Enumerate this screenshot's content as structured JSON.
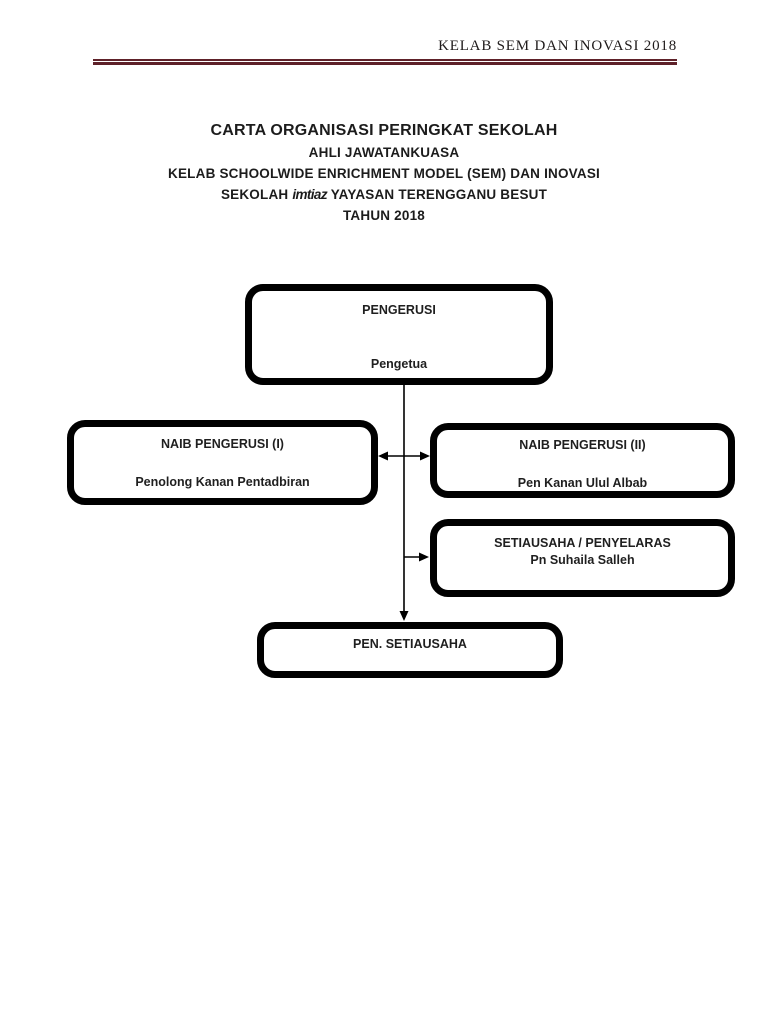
{
  "header": {
    "text": "KELAB SEM DAN INOVASI 2018"
  },
  "title": {
    "line1": "CARTA ORGANISASI PERINGKAT SEKOLAH",
    "line2": "AHLI JAWATANKUASA",
    "line3": "KELAB SCHOOLWIDE ENRICHMENT MODEL (SEM) DAN INOVASI",
    "line4_prefix": "SEKOLAH ",
    "line4_styled": "imtiaz",
    "line4_suffix": " YAYASAN TERENGGANU BESUT",
    "line5": "TAHUN 2018"
  },
  "org_chart": {
    "boxes": {
      "pengerusi": {
        "title": "PENGERUSI",
        "name": "Pengetua"
      },
      "naib1": {
        "title": "NAIB PENGERUSI (I)",
        "name": "Penolong Kanan Pentadbiran"
      },
      "naib2": {
        "title": "NAIB PENGERUSI (II)",
        "name": "Pen Kanan Ulul Albab"
      },
      "setiausaha": {
        "title": "SETIAUSAHA / PENYELARAS",
        "name": "Pn Suhaila Salleh"
      },
      "pen_setiausaha": {
        "title": "PEN. SETIAUSAHA"
      }
    }
  },
  "colors": {
    "rule_maroon": "#5e2129",
    "box_border": "#000000",
    "text": "#1c1c1c",
    "page_background": "#ffffff"
  }
}
